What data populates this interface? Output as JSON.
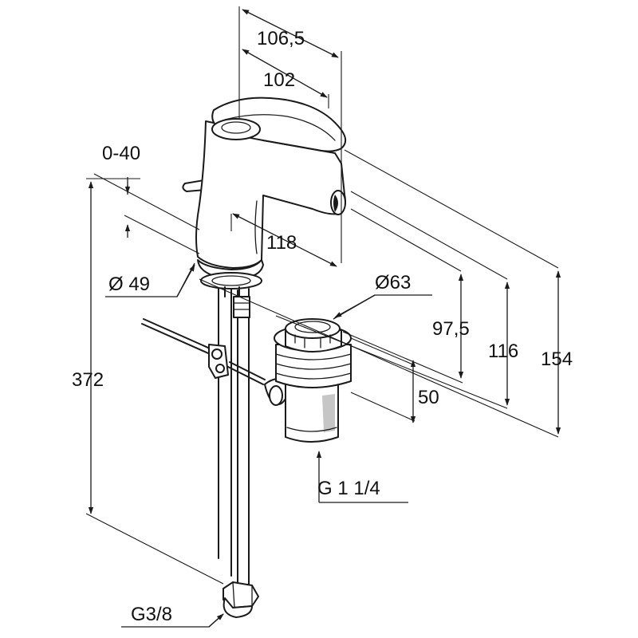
{
  "dimensions": {
    "d106_5": "106,5",
    "d102": "102",
    "d0_40": "0-40",
    "d118": "118",
    "dia49": "Ø 49",
    "dia63": "Ø63",
    "d97_5": "97,5",
    "d116": "116",
    "d154": "154",
    "d372": "372",
    "d50": "50",
    "thread_waste": "G 1 1/4",
    "thread_supply": "G3/8"
  },
  "colors": {
    "line": "#1a1a1a",
    "background": "#ffffff"
  }
}
